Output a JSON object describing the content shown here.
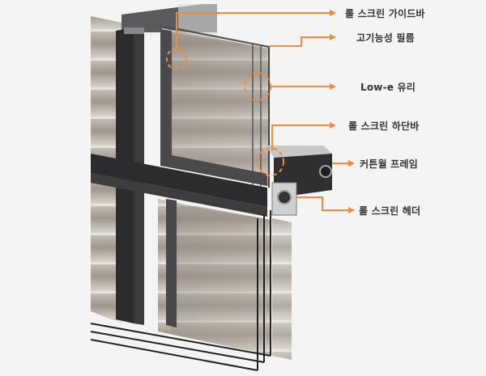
{
  "diagram": {
    "subject": "curtain wall with roll screen, cutaway view",
    "accent_color": "#f08a3c",
    "frame_color": "#2e2e30",
    "background_color": "#f4f4f4",
    "callouts": [
      {
        "id": "roll-screen-guide-bar",
        "label": "롤 스크린 가이드바"
      },
      {
        "id": "high-function-film",
        "label": "고기능성 필름"
      },
      {
        "id": "low-e-glass",
        "label": "Low-e 유리"
      },
      {
        "id": "roll-screen-bottom-bar",
        "label": "롤 스크린 하단바"
      },
      {
        "id": "curtain-wall-frame",
        "label": "커튼월 프레임"
      },
      {
        "id": "roll-screen-header",
        "label": "롤 스크린 헤더"
      }
    ]
  }
}
